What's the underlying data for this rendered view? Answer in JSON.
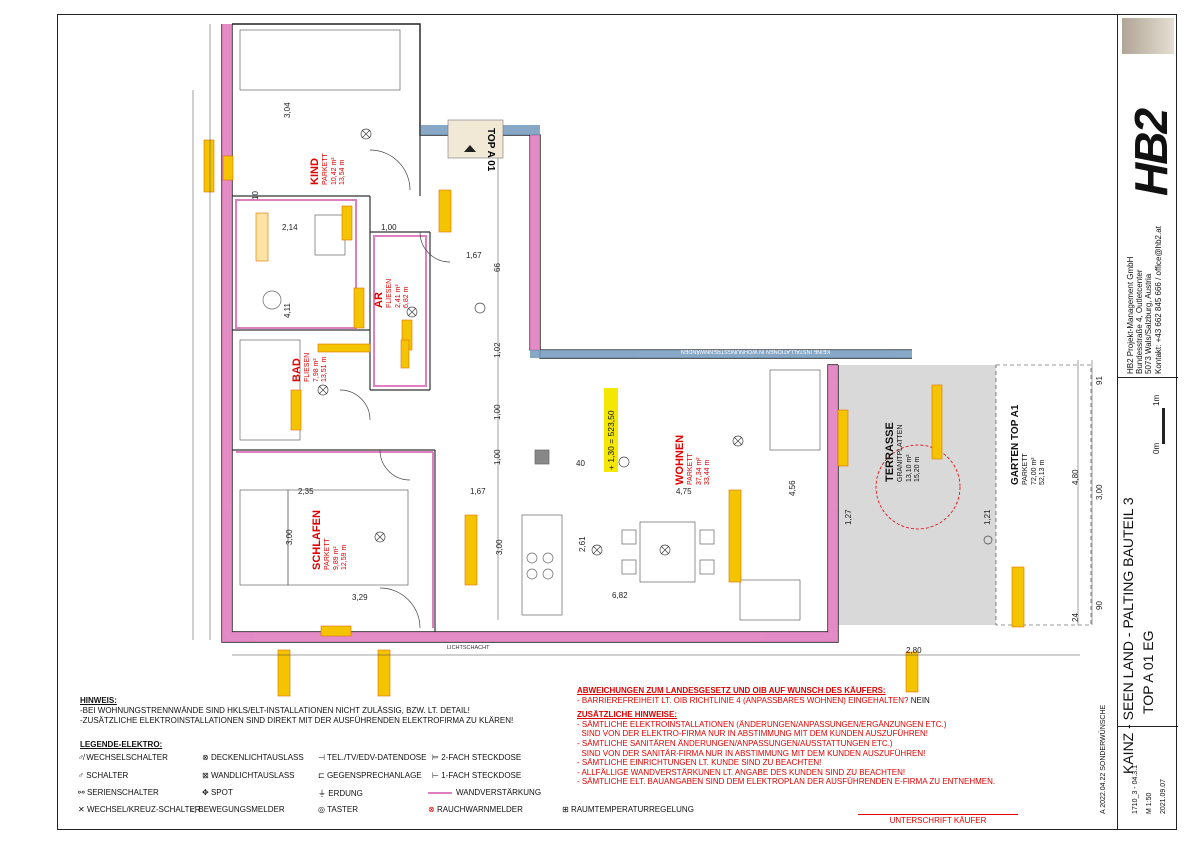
{
  "rooms": {
    "kind": {
      "name": "KIND",
      "floor": "PARKETT",
      "area1": "10,42 m²",
      "area2": "13,54 m"
    },
    "ar": {
      "name": "AR",
      "floor": "FLIESEN",
      "area1": "2,41 m²",
      "area2": "6,82 m"
    },
    "bad": {
      "name": "BAD",
      "floor": "FLIESEN",
      "area1": "7,98 m²",
      "area2": "13,51 m"
    },
    "schlafen": {
      "name": "SCHLAFEN",
      "floor": "PARKETT",
      "area1": "9,89 m²",
      "area2": "12,59 m"
    },
    "wohnen": {
      "name": "WOHNEN",
      "floor": "PARKETT",
      "area1": "37,34 m²",
      "area2": "33,44 m"
    },
    "terrasse": {
      "name": "TERRASSE",
      "floor": "GRANITPLATTEN",
      "area1": "13,10 m²",
      "area2": "15,20 m"
    },
    "garten": {
      "name": "GARTEN TOP A1",
      "floor": "PARKETT",
      "area1": "72,00 m²",
      "area2": "52,13 m"
    }
  },
  "plan": {
    "top_label": "TOP A 01",
    "height_marker": "+ 1,30 = 523,50",
    "keine_install": "KEINE INSTALLATIONEN IN WOHNUNGSTRENNWÄNDEN",
    "lichtschacht": "LICHTSCHACHT",
    "dims": [
      "3,04",
      "2,14",
      "1,00",
      "1,67",
      "4,11",
      "1,02",
      "1,00",
      "1,00",
      "2,35",
      "3,00",
      "3,29",
      "1,67",
      "4,75",
      "4,56",
      "2,61",
      "6,82",
      "2,80",
      "3,00",
      "4,80",
      "1,21",
      "1,27",
      "3,00",
      "40",
      "66",
      "10",
      "91",
      "90",
      "24"
    ]
  },
  "notes": {
    "hinweis_title": "HINWEIS:",
    "hinweis_lines": [
      "-BEI WOHNUNGSTRENNWÄNDE SIND HKLS/ELT-INSTALLATIONEN NICHT ZULÄSSIG, BZW. LT. DETAIL!",
      "-ZUSÄTZLICHE ELEKTROINSTALLATIONEN SIND DIREKT MIT DER AUSFÜHRENDEN ELEKTROFIRMA ZU KLÄREN!"
    ],
    "legende_title": "LEGENDE-ELEKTRO:"
  },
  "legend": [
    {
      "symbol": "wechselschalter-icon",
      "label": "WECHSELSCHALTER"
    },
    {
      "symbol": "schalter-icon",
      "label": "SCHALTER"
    },
    {
      "symbol": "serienschalter-icon",
      "label": "SERIENSCHALTER"
    },
    {
      "symbol": "kreuzschalter-icon",
      "label": "WECHSEL/KREUZ-SCHALTER"
    },
    {
      "symbol": "deckenlicht-icon",
      "label": "DECKENLICHTAUSLASS"
    },
    {
      "symbol": "wandlicht-icon",
      "label": "WANDLICHTAUSLASS"
    },
    {
      "symbol": "spot-icon",
      "label": "SPOT"
    },
    {
      "symbol": "bewegungsmelder-icon",
      "label": "BEWEGUNGSMELDER"
    },
    {
      "symbol": "datendose-icon",
      "label": "TEL./TV/EDV-DATENDOSE"
    },
    {
      "symbol": "gegensprech-icon",
      "label": "GEGENSPRECHANLAGE"
    },
    {
      "symbol": "erdung-icon",
      "label": "ERDUNG"
    },
    {
      "symbol": "taster-icon",
      "label": "TASTER"
    },
    {
      "symbol": "steckdose-2-icon",
      "label": "2-FACH STECKDOSE"
    },
    {
      "symbol": "steckdose-1-icon",
      "label": "1-FACH STECKDOSE"
    },
    {
      "symbol": "wandverstaerkung-icon",
      "label": "WANDVERSTÄRKUNG"
    },
    {
      "symbol": "rauchwarnmelder-icon",
      "label": "RAUCHWARNMELDER"
    },
    {
      "symbol": "raumtemperatur-icon",
      "label": "RAUMTEMPERATURREGELUNG"
    }
  ],
  "red_notes": {
    "abw_title": "ABWEICHUNGEN ZUM LANDESGESETZ UND OIB AUF WUNSCH DES KÄUFERS:",
    "abw_line": "- BARRIEREFREIHEIT LT. OIB RICHTLINIE 4 (ANPASSBARES WOHNEN) EINGEHALTEN?",
    "abw_answer": "NEIN",
    "zus_title": "ZUSÄTZLICHE HINWEISE:",
    "zus_lines": [
      "- SÄMTLICHE ELEKTROINSTALLATIONEN (ÄNDERUNGEN/ANPASSUNGEN/ERGÄNZUNGEN ETC.)",
      "  SIND VON DER ELEKTRO-FIRMA NUR IN ABSTIMMUNG MIT DEM KUNDEN AUSZUFÜHREN!",
      "- SÄMTLICHE SANITÄREN ÄNDERUNGEN/ANPASSUNGEN/AUSSTATTUNGEN ETC.)",
      "  SIND VON DER SANITÄR-FIRMA NUR IN ABSTIMMUNG MIT DEM KUNDEN AUSZUFÜHREN!",
      "- SÄMTLICHE EINRICHTUNGEN LT. KUNDE SIND ZU BEACHTEN!",
      "- ALLFÄLLIGE WANDVERSTÄRKUNEN LT. ANGABE DES KUNDEN SIND ZU BEACHTEN!",
      "- SÄMTLICHE ELT. BAUANGABEN SIND DEM ELEKTROPLAN DER AUSFÜHRENDEN E-FIRMA ZU ENTNEHMEN."
    ],
    "unterschrift": "UNTERSCHRIFT KÄUFER"
  },
  "titleblock": {
    "company": "HB2 Projekt-Management GmbH",
    "street": "Bundesstraße 4, Outletcenter",
    "city": "5073 Wals/Salzburg, Austria",
    "kontakt": "Kontakt: +43 662 845 666 / office@hb2.at",
    "logo": "HB2",
    "scale_0": "0m",
    "scale_1": "1m",
    "project": "KAINZ - SEEN LAND - PALTING BAUTEIL 3",
    "unit": "TOP A 01 EG",
    "plan_no": "1710_3 - 04.3.1",
    "scale": "M 1:50",
    "date": "2021.09.07",
    "revision": "A   2022.04.22   SONDERWÜNSCHE"
  },
  "colors": {
    "wall": "#e07fc0",
    "red": "#e00000",
    "highlight": "#f5c400",
    "terrace": "#d9d9d9"
  }
}
